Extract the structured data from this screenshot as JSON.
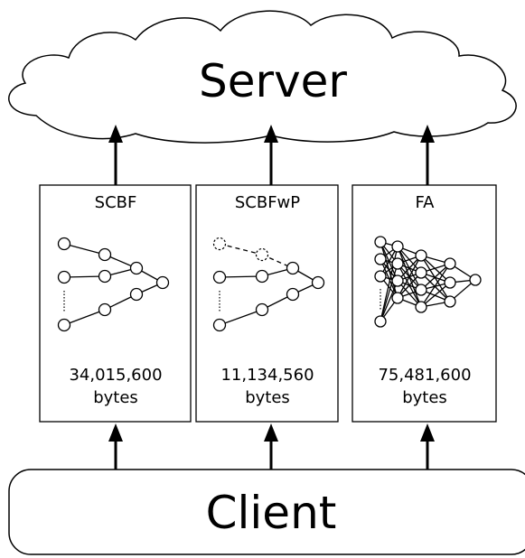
{
  "server": {
    "label": "Server"
  },
  "client": {
    "label": "Client"
  },
  "methods": [
    {
      "name": "SCBF",
      "size": "34,015,600",
      "unit": "bytes"
    },
    {
      "name": "SCBFwP",
      "size": "11,134,560",
      "unit": "bytes"
    },
    {
      "name": "FA",
      "size": "75,481,600",
      "unit": "bytes"
    }
  ]
}
